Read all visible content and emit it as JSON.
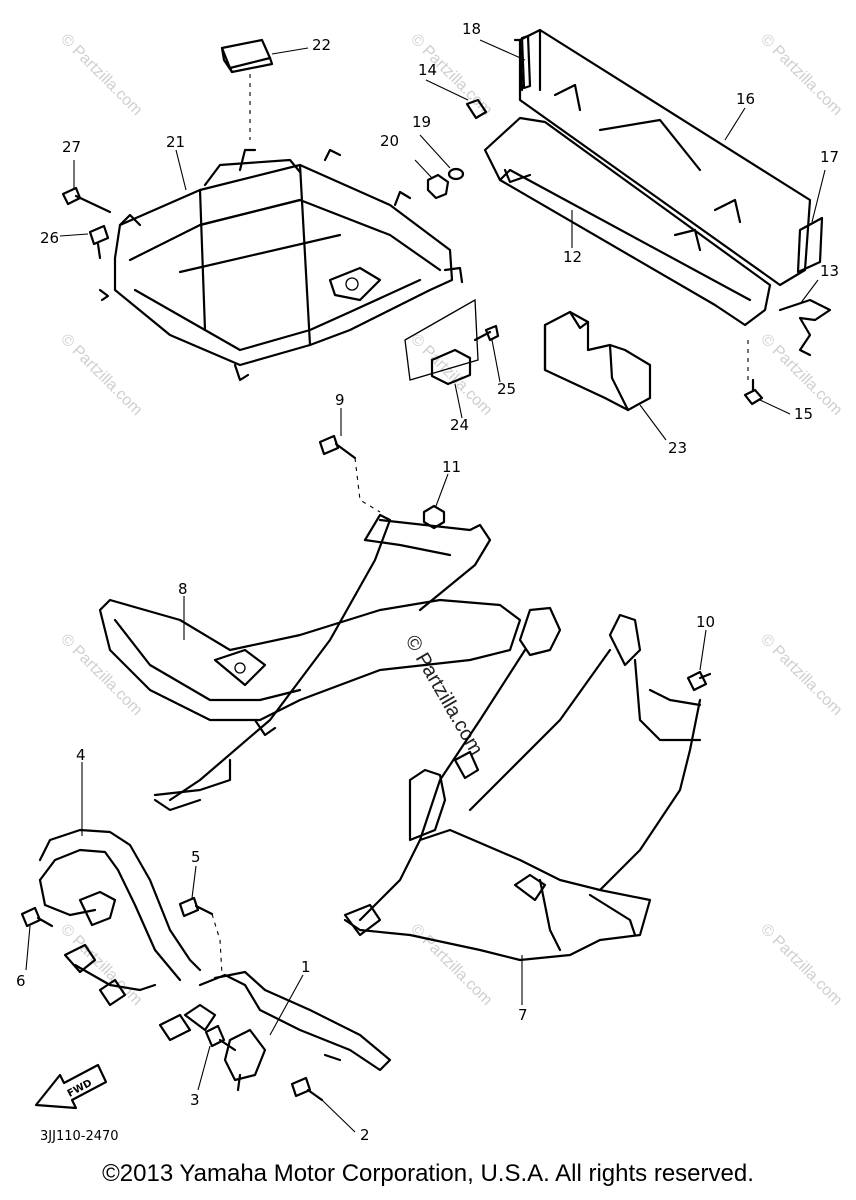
{
  "callouts": {
    "c1": "1",
    "c2": "2",
    "c3": "3",
    "c4": "4",
    "c5": "5",
    "c6": "6",
    "c7": "7",
    "c8": "8",
    "c9": "9",
    "c10": "10",
    "c11": "11",
    "c12": "12",
    "c13": "13",
    "c14": "14",
    "c15": "15",
    "c16": "16",
    "c17": "17",
    "c18": "18",
    "c19": "19",
    "c20": "20",
    "c21": "21",
    "c22": "22",
    "c23": "23",
    "c24": "24",
    "c25": "25",
    "c26": "26",
    "c27": "27"
  },
  "watermark": {
    "corner": "© Partzilla.com",
    "center": "© Partzilla.com"
  },
  "direction_marker": "FWD",
  "diagram_code": "3JJ110-2470",
  "copyright": "©2013 Yamaha Motor Corporation, U.S.A. All rights reserved."
}
